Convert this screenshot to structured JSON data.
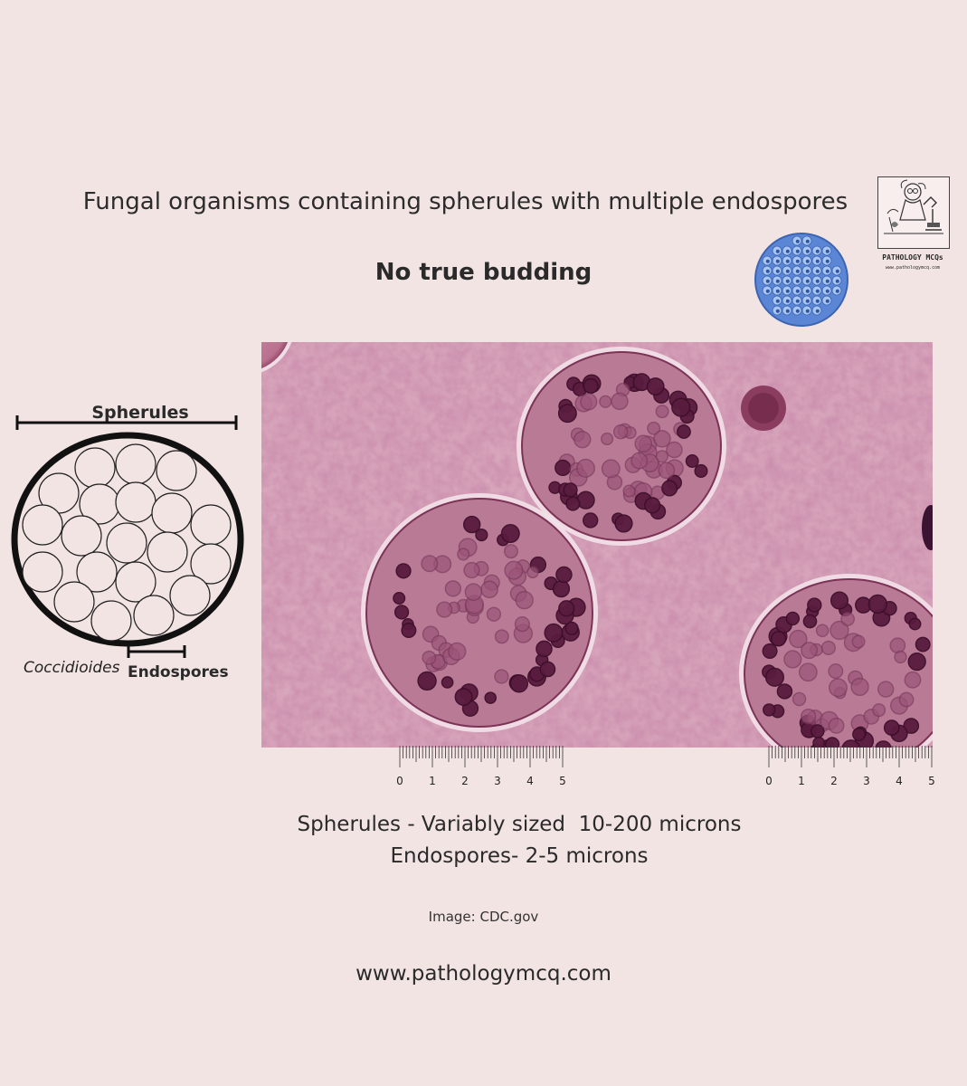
{
  "heading": {
    "title": "Fungal organisms containing spherules with multiple endospores",
    "subtitle": "No true budding"
  },
  "logo": {
    "text": "PATHOLOGY MCQs",
    "url": "www.pathologymcq.com",
    "icon": "scientist-microscope-icon"
  },
  "diagram": {
    "spherules_label": "Spherules",
    "organism_label": "Coccidioides",
    "endospores_label": "Endospores",
    "colors": {
      "outline": "#111111",
      "fill": "#f2e4e3"
    }
  },
  "blue_icon": {
    "icon": "spherule-endospores-icon",
    "color": "#5b86d6"
  },
  "micrograph": {
    "icon": "coccidioides-histology-image",
    "tint": "#a24f75"
  },
  "rulers": {
    "labels": [
      "0",
      "1",
      "2",
      "3",
      "4",
      "5"
    ]
  },
  "sizes": {
    "line1": "Spherules - Variably sized  10-200 microns",
    "line2": "Endospores- 2-5 microns"
  },
  "credit": "Image: CDC.gov",
  "website": "www.pathologymcq.com"
}
